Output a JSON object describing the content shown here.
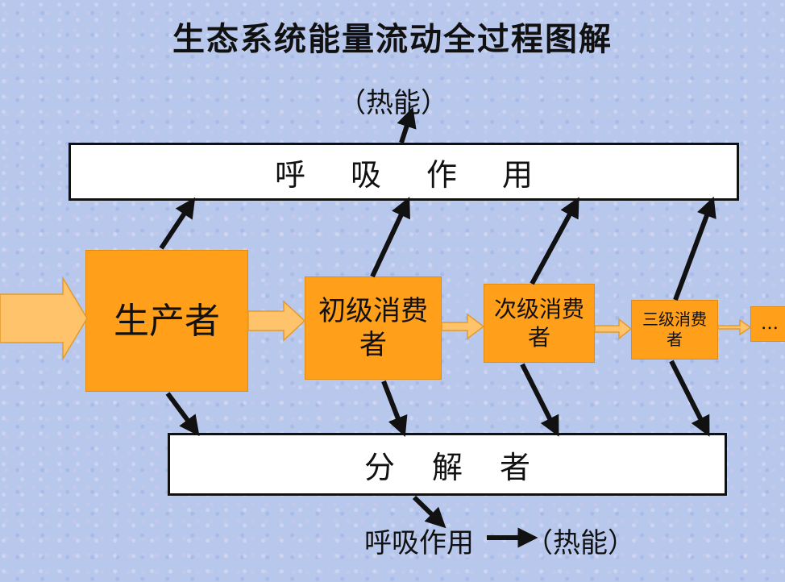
{
  "title": "生态系统能量流动全过程图解",
  "heat_top": "（热能）",
  "respiration_bar": "呼吸作用",
  "decomposer_bar": "分解者",
  "bottom_caption": {
    "part1": "呼吸作用",
    "part2": "（热能）"
  },
  "producer": "生产者",
  "primary_consumer": "初级消费者",
  "secondary_consumer": "次级消费者",
  "tertiary_consumer": "三级消费者",
  "more": "…",
  "colors": {
    "box_fill": "#ff9f1a",
    "flow_arrow": "#ffc46b",
    "background": "#b8c8ec"
  }
}
